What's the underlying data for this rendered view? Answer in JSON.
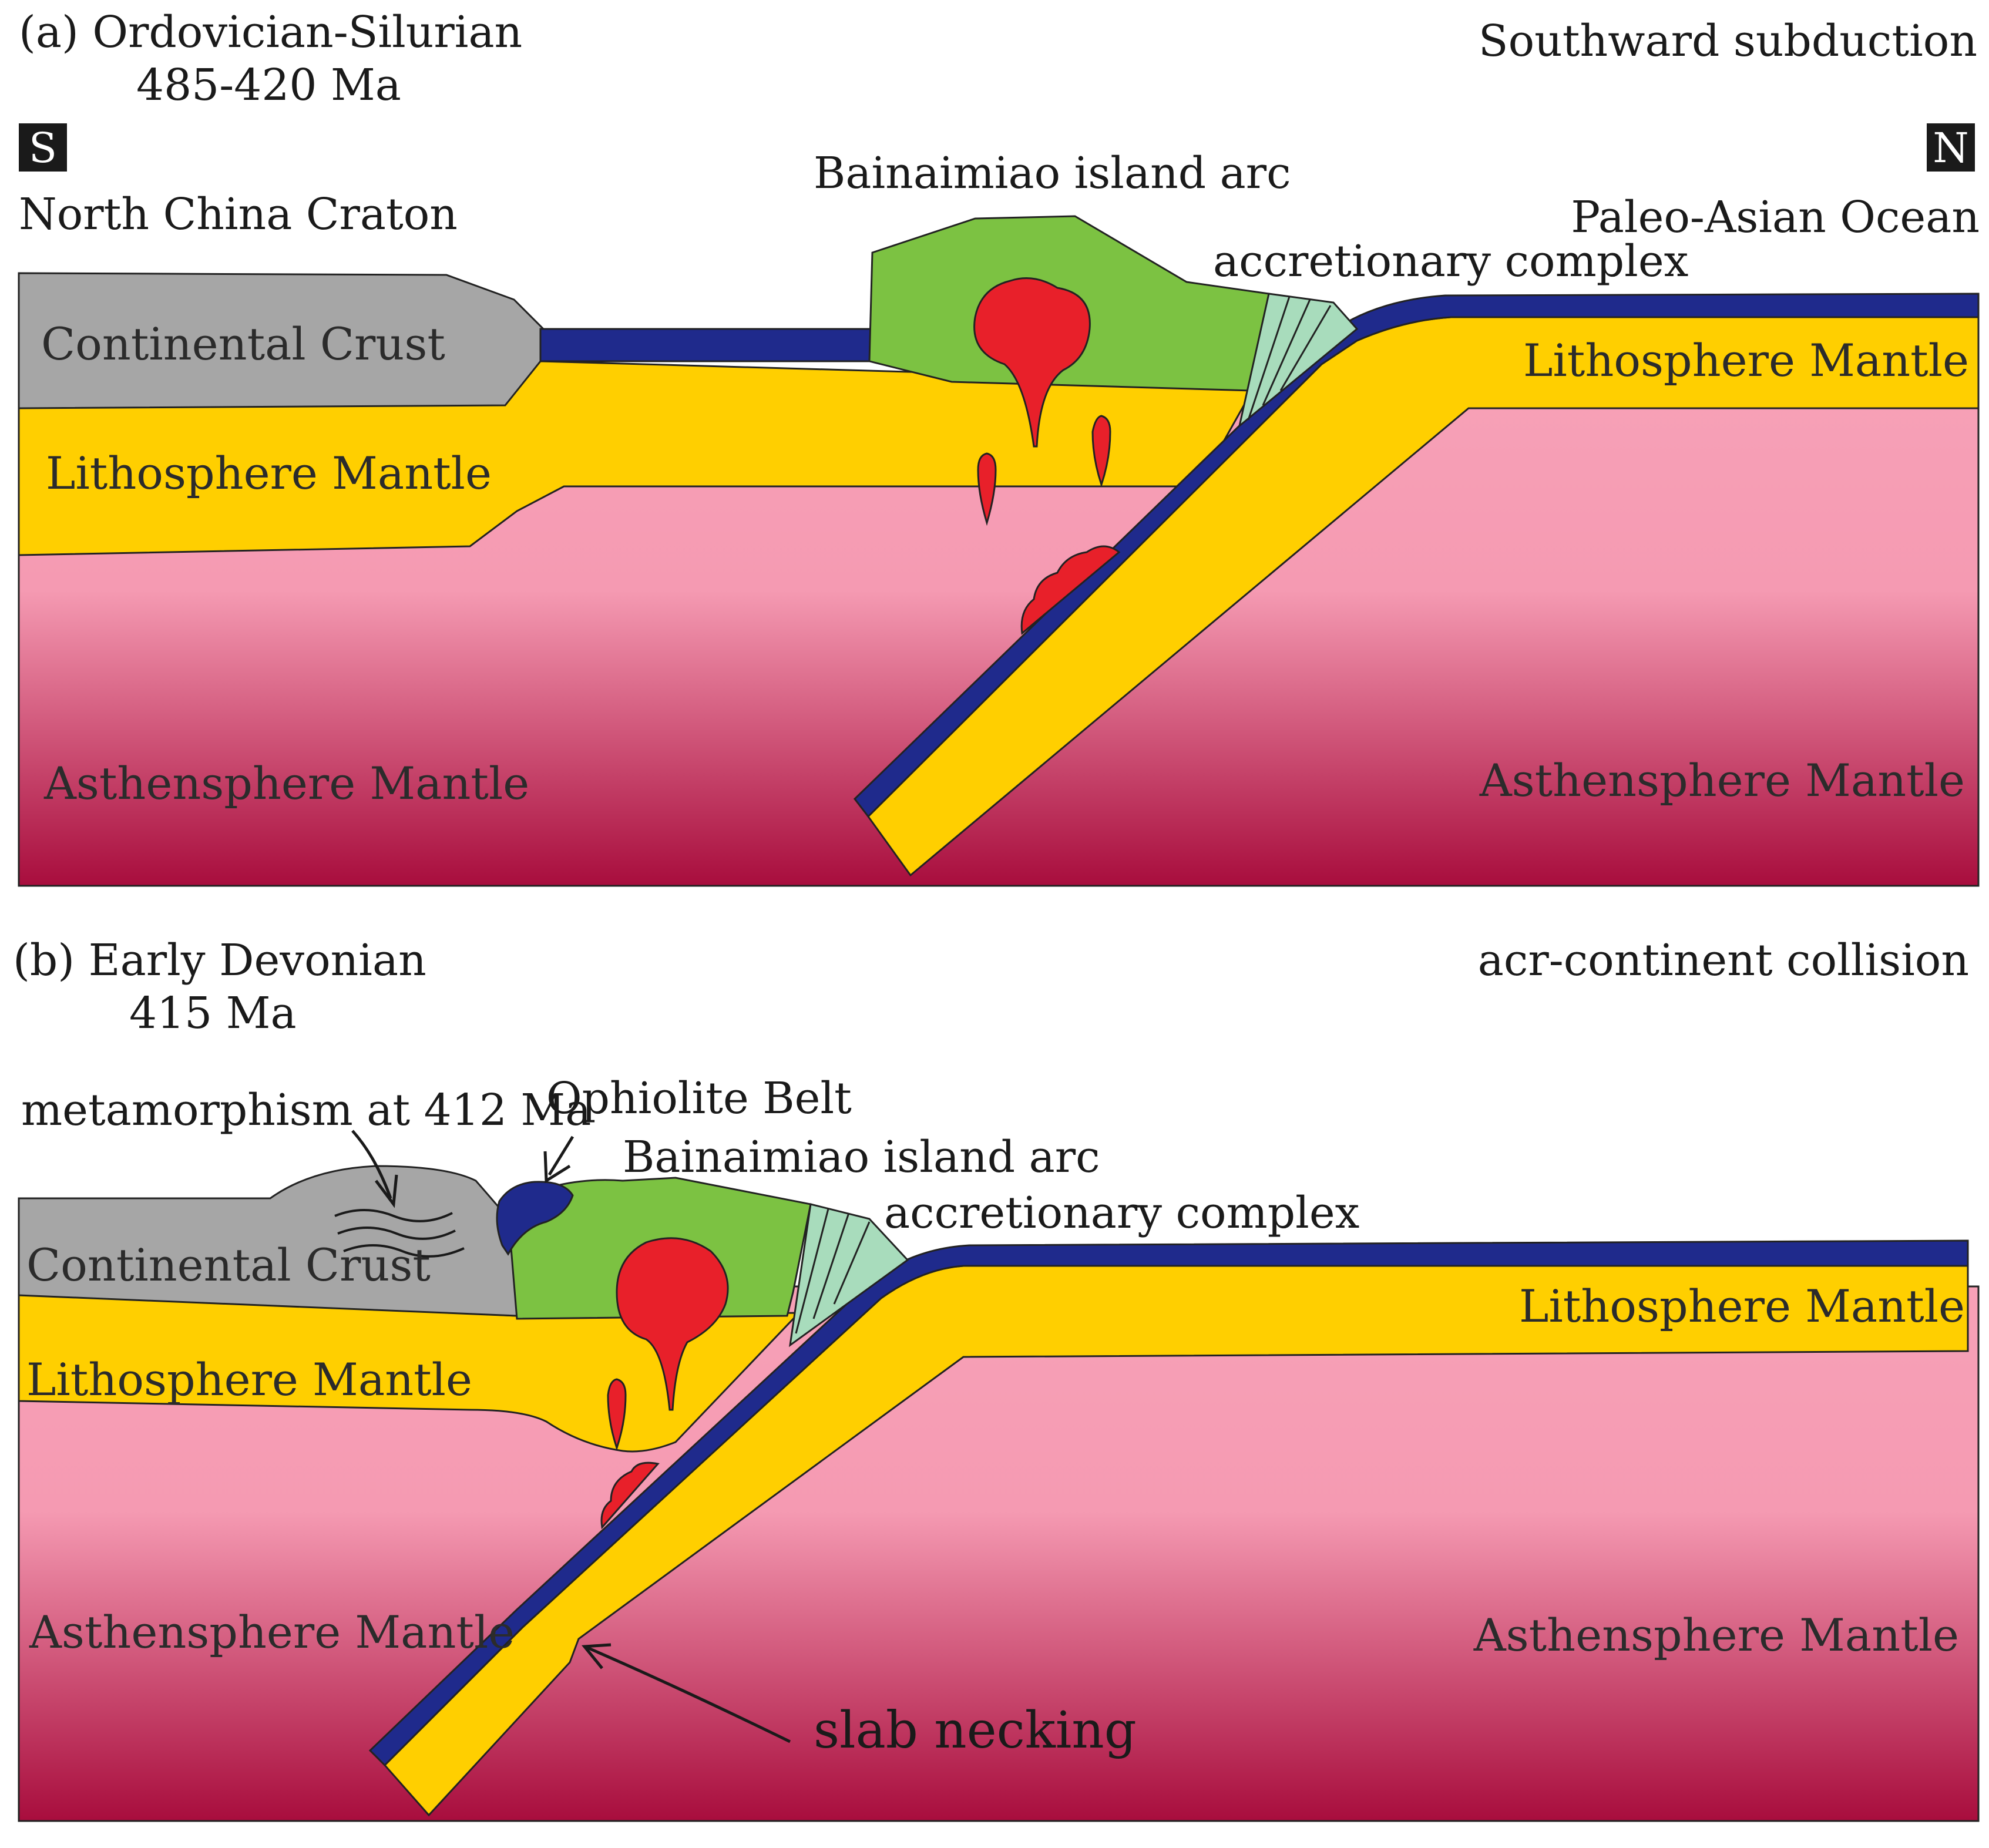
{
  "panel_a": {
    "title": "(a) Ordovician-Silurian",
    "age": "485-420 Ma",
    "setting": "Southward subduction",
    "south_marker": "S",
    "north_marker": "N",
    "craton_label": "North China Craton",
    "ocean_label": "Paleo-Asian Ocean",
    "arc_label": "Bainaimiao island arc",
    "accretion_label": "accretionary complex",
    "crust_label": "Continental Crust",
    "litho_left_label": "Lithosphere Mantle",
    "litho_right_label": "Lithosphere Mantle",
    "astheno_left_label": "Asthensphere Mantle",
    "astheno_right_label": "Asthensphere Mantle"
  },
  "panel_b": {
    "title": "(b) Early Devonian",
    "age": "415 Ma",
    "setting": "acr-continent collision",
    "metamorphism_label": "metamorphism at 412 Ma",
    "ophiolite_label": "Ophiolite Belt",
    "arc_label": "Bainaimiao island arc",
    "accretion_label": "accretionary complex",
    "crust_label": "Continental Crust",
    "litho_left_label": "Lithosphere Mantle",
    "litho_right_label": "Lithosphere Mantle",
    "astheno_left_label": "Asthensphere Mantle",
    "astheno_right_label": "Asthensphere Mantle",
    "necking_label": "slab necking"
  },
  "colors": {
    "crust": "#a6a6a6",
    "lithosphere": "#ffcf00",
    "asthenosphere_top": "#f7a1b7",
    "asthenosphere_bottom": "#a80d3d",
    "oceanic_crust": "#1f2a8c",
    "island_arc": "#7cc242",
    "accretionary_wedge": "#a8dcbc",
    "magma": "#e8202a"
  }
}
